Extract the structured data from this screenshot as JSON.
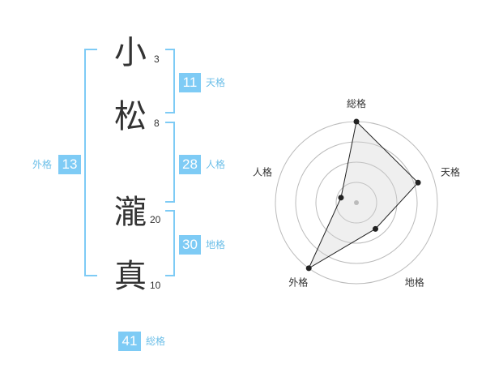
{
  "name": {
    "chars": [
      {
        "char": "小",
        "strokes": "3"
      },
      {
        "char": "松",
        "strokes": "8"
      },
      {
        "char": "瀧",
        "strokes": "20"
      },
      {
        "char": "真",
        "strokes": "10"
      }
    ]
  },
  "fortunes": {
    "gaikaku": {
      "value": "13",
      "label": "外格"
    },
    "tenkaku": {
      "value": "11",
      "label": "天格"
    },
    "jinkaku": {
      "value": "28",
      "label": "人格"
    },
    "chikaku": {
      "value": "30",
      "label": "地格"
    },
    "soukaku": {
      "value": "41",
      "label": "総格"
    }
  },
  "colors": {
    "accent": "#7ecbf5",
    "accent_text": "#6dbfe8",
    "text": "#333333"
  },
  "chart_data": {
    "type": "radar",
    "axes": [
      "総格",
      "天格",
      "地格",
      "外格",
      "人格"
    ],
    "values": [
      5,
      4,
      2,
      5,
      1
    ],
    "max": 5,
    "rings": 4
  }
}
